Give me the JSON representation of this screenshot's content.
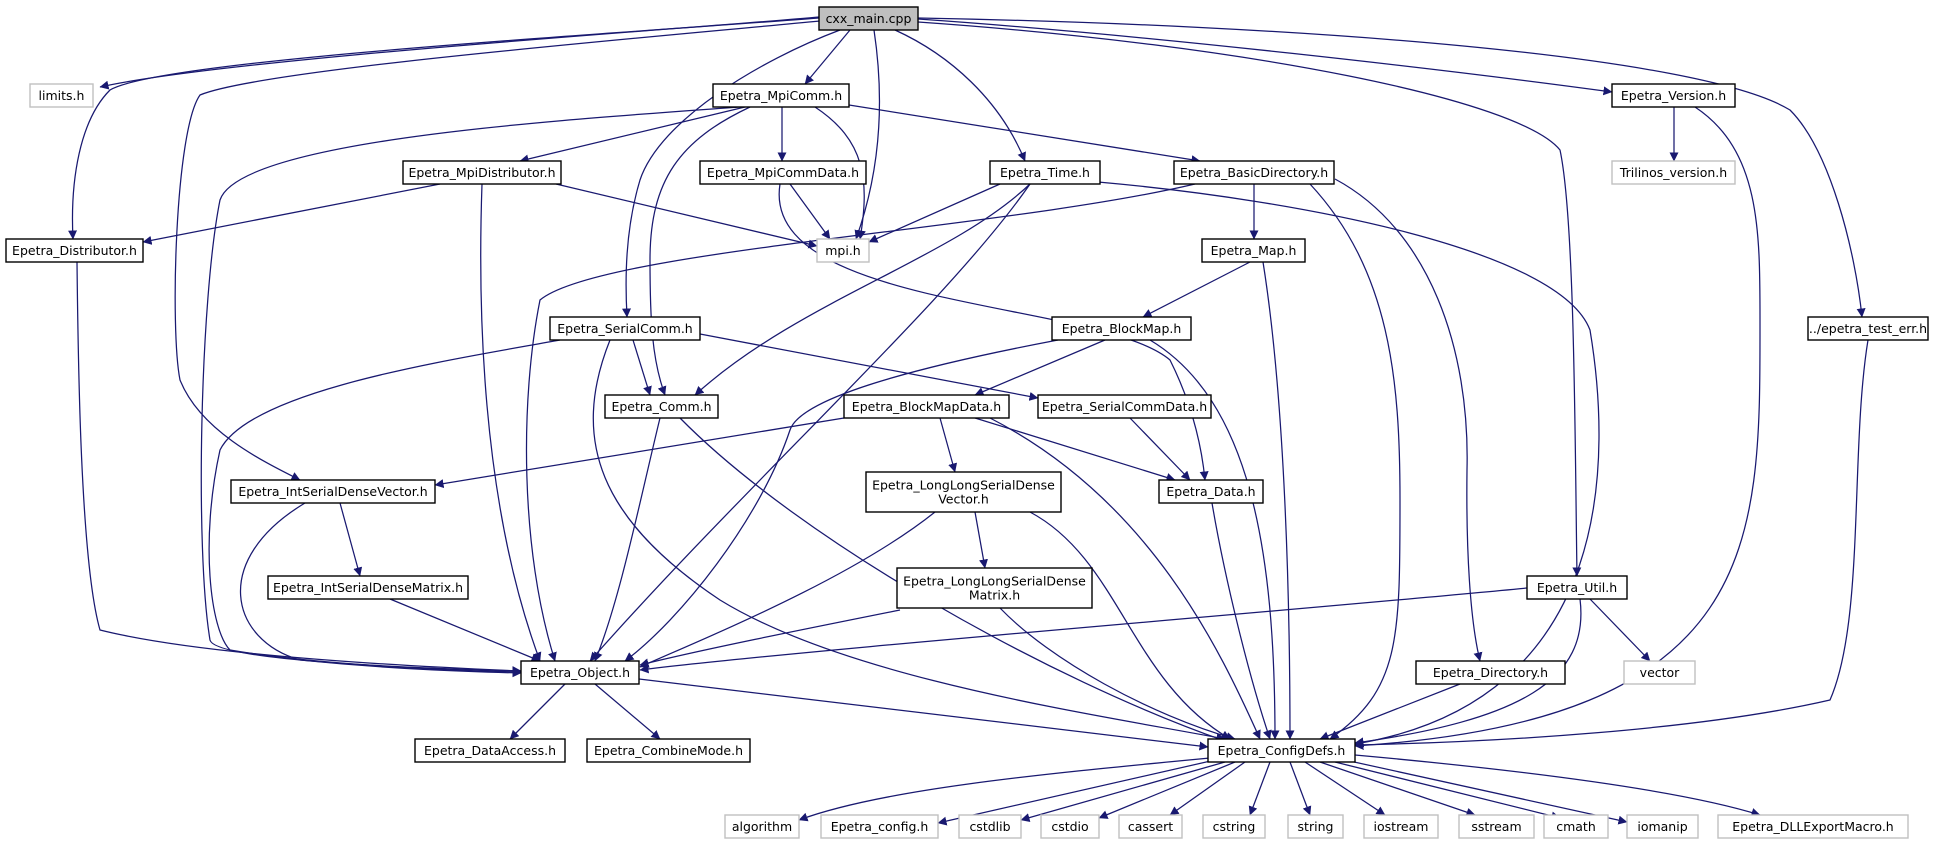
{
  "colors": {
    "edge": "#191970",
    "node_border": "#000000",
    "external_border": "#c0c0c0",
    "root_fill": "#bfbfbf",
    "node_fill": "#ffffff"
  },
  "graph": {
    "nodes": [
      {
        "id": "cxx_main",
        "label": "cxx_main.cpp",
        "kind": "root"
      },
      {
        "id": "limits",
        "label": "limits.h",
        "kind": "external"
      },
      {
        "id": "mpicomm",
        "label": "Epetra_MpiComm.h",
        "kind": "file"
      },
      {
        "id": "version",
        "label": "Epetra_Version.h",
        "kind": "file"
      },
      {
        "id": "trilinos_version",
        "label": "Trilinos_version.h",
        "kind": "external"
      },
      {
        "id": "mpidistributor",
        "label": "Epetra_MpiDistributor.h",
        "kind": "file"
      },
      {
        "id": "mpicommdata",
        "label": "Epetra_MpiCommData.h",
        "kind": "file"
      },
      {
        "id": "time",
        "label": "Epetra_Time.h",
        "kind": "file"
      },
      {
        "id": "basicdirectory",
        "label": "Epetra_BasicDirectory.h",
        "kind": "file"
      },
      {
        "id": "distributor",
        "label": "Epetra_Distributor.h",
        "kind": "file"
      },
      {
        "id": "mpi",
        "label": "mpi.h",
        "kind": "external"
      },
      {
        "id": "map",
        "label": "Epetra_Map.h",
        "kind": "file"
      },
      {
        "id": "serialcomm",
        "label": "Epetra_SerialComm.h",
        "kind": "file"
      },
      {
        "id": "blockmap",
        "label": "Epetra_BlockMap.h",
        "kind": "file"
      },
      {
        "id": "test_err",
        "label": "../epetra_test_err.h",
        "kind": "file"
      },
      {
        "id": "comm",
        "label": "Epetra_Comm.h",
        "kind": "file"
      },
      {
        "id": "blockmapdata",
        "label": "Epetra_BlockMapData.h",
        "kind": "file"
      },
      {
        "id": "serialcommdata",
        "label": "Epetra_SerialCommData.h",
        "kind": "file"
      },
      {
        "id": "intserialdensevector",
        "label": "Epetra_IntSerialDenseVector.h",
        "kind": "file"
      },
      {
        "id": "llsdvector",
        "label": "Epetra_LongLongSerialDense\nVector.h",
        "kind": "file"
      },
      {
        "id": "data",
        "label": "Epetra_Data.h",
        "kind": "file"
      },
      {
        "id": "intserialdensematrix",
        "label": "Epetra_IntSerialDenseMatrix.h",
        "kind": "file"
      },
      {
        "id": "llsdmatrix",
        "label": "Epetra_LongLongSerialDense\nMatrix.h",
        "kind": "file"
      },
      {
        "id": "util",
        "label": "Epetra_Util.h",
        "kind": "file"
      },
      {
        "id": "object",
        "label": "Epetra_Object.h",
        "kind": "file"
      },
      {
        "id": "directory",
        "label": "Epetra_Directory.h",
        "kind": "file"
      },
      {
        "id": "vector",
        "label": "vector",
        "kind": "external"
      },
      {
        "id": "dataaccess",
        "label": "Epetra_DataAccess.h",
        "kind": "file"
      },
      {
        "id": "combinemode",
        "label": "Epetra_CombineMode.h",
        "kind": "file"
      },
      {
        "id": "configdefs",
        "label": "Epetra_ConfigDefs.h",
        "kind": "file"
      },
      {
        "id": "algorithm",
        "label": "algorithm",
        "kind": "external"
      },
      {
        "id": "epetra_config",
        "label": "Epetra_config.h",
        "kind": "external"
      },
      {
        "id": "cstdlib",
        "label": "cstdlib",
        "kind": "external"
      },
      {
        "id": "cstdio",
        "label": "cstdio",
        "kind": "external"
      },
      {
        "id": "cassert",
        "label": "cassert",
        "kind": "external"
      },
      {
        "id": "cstring",
        "label": "cstring",
        "kind": "external"
      },
      {
        "id": "string",
        "label": "string",
        "kind": "external"
      },
      {
        "id": "iostream",
        "label": "iostream",
        "kind": "external"
      },
      {
        "id": "sstream",
        "label": "sstream",
        "kind": "external"
      },
      {
        "id": "cmath",
        "label": "cmath",
        "kind": "external"
      },
      {
        "id": "iomanip",
        "label": "iomanip",
        "kind": "external"
      },
      {
        "id": "dllexport",
        "label": "Epetra_DLLExportMacro.h",
        "kind": "external"
      }
    ],
    "edges": [
      [
        "cxx_main",
        "limits"
      ],
      [
        "cxx_main",
        "distributor"
      ],
      [
        "cxx_main",
        "intserialdensevector"
      ],
      [
        "cxx_main",
        "serialcomm"
      ],
      [
        "cxx_main",
        "mpicomm"
      ],
      [
        "cxx_main",
        "mpi"
      ],
      [
        "cxx_main",
        "time"
      ],
      [
        "cxx_main",
        "version"
      ],
      [
        "cxx_main",
        "util"
      ],
      [
        "cxx_main",
        "test_err"
      ],
      [
        "mpicomm",
        "object"
      ],
      [
        "mpicomm",
        "mpidistributor"
      ],
      [
        "mpicomm",
        "comm"
      ],
      [
        "mpicomm",
        "mpicommdata"
      ],
      [
        "mpicomm",
        "mpi"
      ],
      [
        "mpicomm",
        "basicdirectory"
      ],
      [
        "version",
        "trilinos_version"
      ],
      [
        "version",
        "configdefs"
      ],
      [
        "mpidistributor",
        "distributor"
      ],
      [
        "mpidistributor",
        "object"
      ],
      [
        "mpidistributor",
        "mpi"
      ],
      [
        "mpicommdata",
        "mpi"
      ],
      [
        "mpicommdata",
        "data"
      ],
      [
        "time",
        "mpi"
      ],
      [
        "time",
        "comm"
      ],
      [
        "time",
        "object"
      ],
      [
        "time",
        "configdefs"
      ],
      [
        "basicdirectory",
        "object"
      ],
      [
        "basicdirectory",
        "map"
      ],
      [
        "basicdirectory",
        "configdefs"
      ],
      [
        "basicdirectory",
        "directory"
      ],
      [
        "distributor",
        "object"
      ],
      [
        "map",
        "blockmap"
      ],
      [
        "map",
        "configdefs"
      ],
      [
        "serialcomm",
        "object"
      ],
      [
        "serialcomm",
        "comm"
      ],
      [
        "serialcomm",
        "serialcommdata"
      ],
      [
        "serialcomm",
        "configdefs"
      ],
      [
        "blockmap",
        "object"
      ],
      [
        "blockmap",
        "blockmapdata"
      ],
      [
        "blockmap",
        "configdefs"
      ],
      [
        "test_err",
        "configdefs"
      ],
      [
        "comm",
        "object"
      ],
      [
        "comm",
        "configdefs"
      ],
      [
        "blockmapdata",
        "intserialdensevector"
      ],
      [
        "blockmapdata",
        "llsdvector"
      ],
      [
        "blockmapdata",
        "data"
      ],
      [
        "blockmapdata",
        "configdefs"
      ],
      [
        "serialcommdata",
        "data"
      ],
      [
        "intserialdensevector",
        "object"
      ],
      [
        "intserialdensevector",
        "intserialdensematrix"
      ],
      [
        "llsdvector",
        "object"
      ],
      [
        "llsdvector",
        "llsdmatrix"
      ],
      [
        "llsdvector",
        "configdefs"
      ],
      [
        "data",
        "configdefs"
      ],
      [
        "intserialdensematrix",
        "object"
      ],
      [
        "llsdmatrix",
        "object"
      ],
      [
        "llsdmatrix",
        "configdefs"
      ],
      [
        "util",
        "object"
      ],
      [
        "util",
        "vector"
      ],
      [
        "util",
        "configdefs"
      ],
      [
        "object",
        "dataaccess"
      ],
      [
        "object",
        "combinemode"
      ],
      [
        "object",
        "configdefs"
      ],
      [
        "directory",
        "configdefs"
      ],
      [
        "configdefs",
        "algorithm"
      ],
      [
        "configdefs",
        "epetra_config"
      ],
      [
        "configdefs",
        "cstdlib"
      ],
      [
        "configdefs",
        "cstdio"
      ],
      [
        "configdefs",
        "cassert"
      ],
      [
        "configdefs",
        "cstring"
      ],
      [
        "configdefs",
        "string"
      ],
      [
        "configdefs",
        "iostream"
      ],
      [
        "configdefs",
        "sstream"
      ],
      [
        "configdefs",
        "cmath"
      ],
      [
        "configdefs",
        "iomanip"
      ],
      [
        "configdefs",
        "dllexport"
      ]
    ]
  }
}
